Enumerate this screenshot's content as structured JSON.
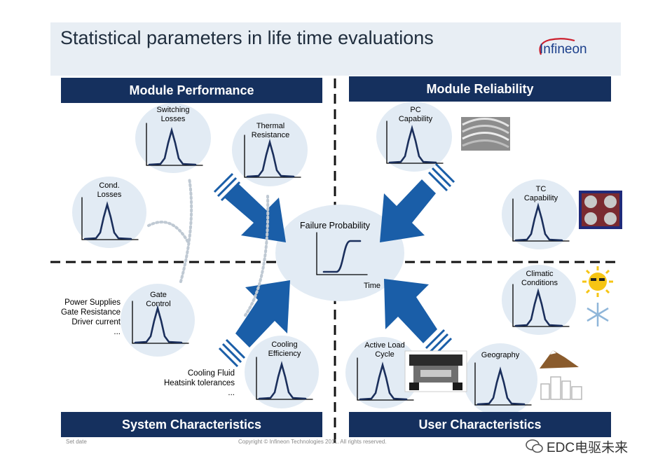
{
  "title": "Statistical parameters in life time evaluations",
  "logo_text": "Infineon",
  "headers": {
    "module_performance": "Module Performance",
    "module_reliability": "Module Reliability",
    "system_characteristics": "System Characteristics",
    "user_characteristics": "User Characteristics"
  },
  "center": {
    "title": "Failure  Probability",
    "axis_label": "Time"
  },
  "bubbles": {
    "switching": "Switching Losses",
    "thermal": "Thermal Resistance",
    "cond": "Cond. Losses",
    "gate": "Gate Control",
    "cooling": "Cooling Efficiency",
    "pc": "PC Capability",
    "tc": "TC Capability",
    "climatic": "Climatic Conditions",
    "active": "Active Load Cycle",
    "geography": "Geography"
  },
  "gate_notes": [
    "Power Supplies",
    "Gate Resistance",
    "Driver current",
    "..."
  ],
  "cooling_notes": [
    "Cooling Fluid",
    "Heatsink tolerances",
    "..."
  ],
  "footer": {
    "left": "Set date",
    "center": "Copyright © Infineon Technologies 2011. All rights reserved."
  },
  "watermark": "EDC电驱未来",
  "colors": {
    "navy": "#15305e",
    "arrow_blue": "#1a5ea8",
    "bubble": "#e2ebf4",
    "logo_red": "#cc1f2d",
    "logo_blue": "#1b3f8b"
  }
}
